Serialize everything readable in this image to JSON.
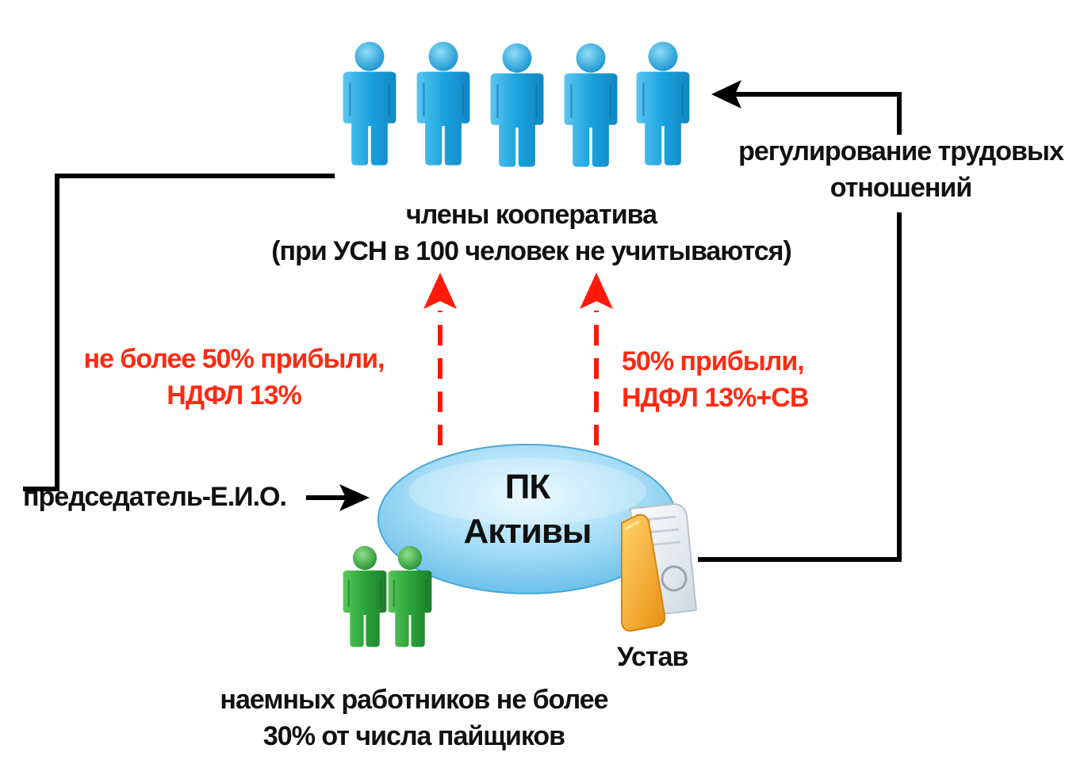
{
  "labels": {
    "members": [
      "члены кооператива",
      "(при УСН в 100 человек не учитываются)"
    ],
    "left_profit": [
      "не более 50% прибыли,",
      "НДФЛ 13%"
    ],
    "right_profit": [
      "50% прибыли,",
      "НДФЛ 13%+СВ"
    ],
    "chairman": "председатель-Е.И.О.",
    "labor": [
      "регулирование трудовых",
      "отношений"
    ],
    "core": [
      "ПК",
      "Активы"
    ],
    "charter": "Устав",
    "employees": [
      "наемных работников не более",
      "30% от числа пайщиков"
    ]
  },
  "colors": {
    "member_figure": "#1ea6df",
    "employee_figure": "#2aa33b",
    "profit_arrow": "#ff1a0a",
    "connector": "#000000",
    "core_ellipse": "#8ed2f4",
    "charter_folder": "#f5a623"
  },
  "icons": {
    "members": "person-icon",
    "employees": "person-icon",
    "charter": "folder-document-icon"
  }
}
